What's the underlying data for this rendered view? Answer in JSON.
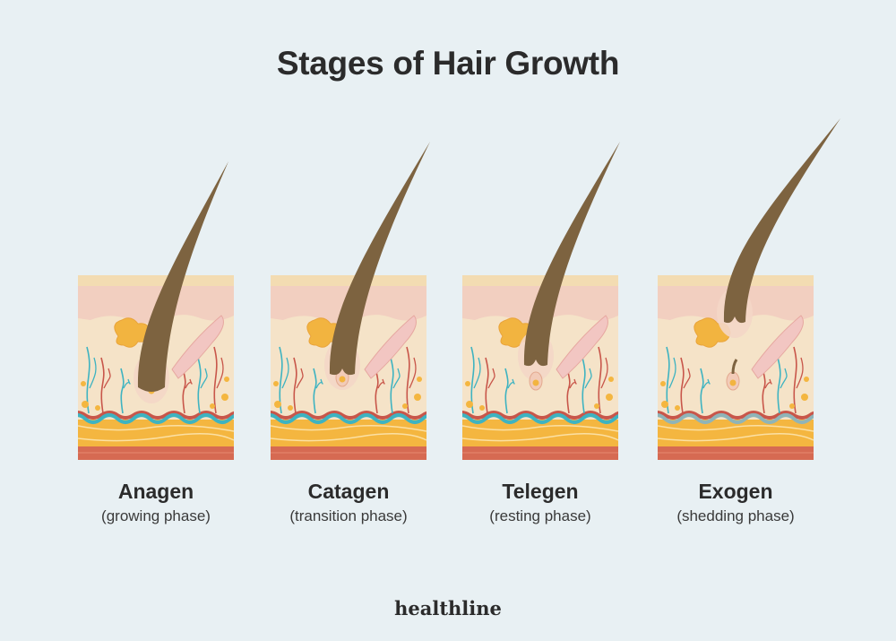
{
  "title": "Stages of Hair Growth",
  "brand": "healthline",
  "stages": [
    {
      "name": "Anagen",
      "phase": "(growing phase)",
      "hair": "growing",
      "icon": "anagen-follicle-icon"
    },
    {
      "name": "Catagen",
      "phase": "(transition phase)",
      "hair": "transition",
      "icon": "catagen-follicle-icon"
    },
    {
      "name": "Telegen",
      "phase": "(resting phase)",
      "hair": "resting",
      "icon": "telogen-follicle-icon"
    },
    {
      "name": "Exogen",
      "phase": "(shedding phase)",
      "hair": "shedding",
      "icon": "exogen-follicle-icon"
    }
  ],
  "colors": {
    "background": "#e8f0f3",
    "epidermis_top": "#f3dcb2",
    "dermis_upper": "#f2cfc0",
    "dermis": "#f5e3c8",
    "fat_layer": "#f4b640",
    "muscle": "#d66a52",
    "hair": "#7d6340",
    "gland": "#f2b440",
    "vessel_blue": "#3eb3c1",
    "vessel_red": "#c8564a"
  }
}
